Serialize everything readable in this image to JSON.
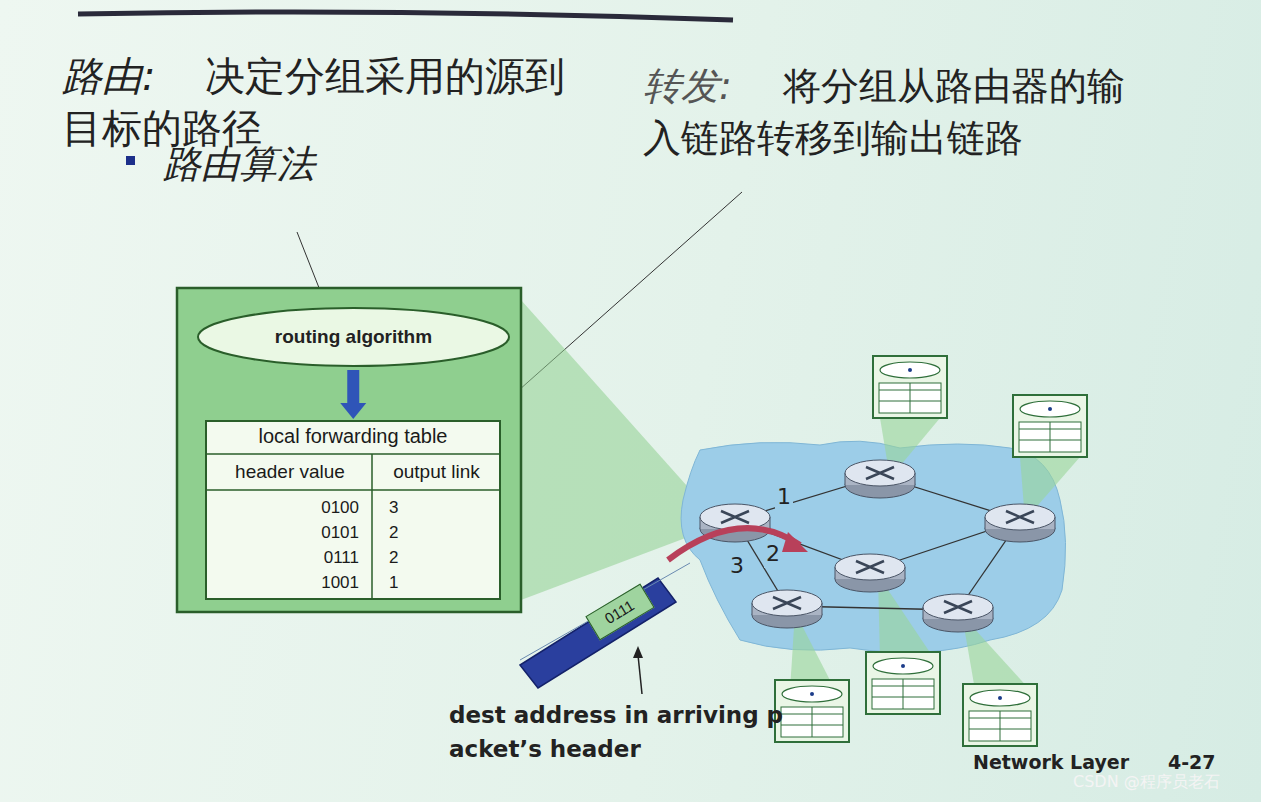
{
  "diagram": {
    "nodes": [
      {
        "text": [
          "routing algorithm"
        ]
      },
      {
        "text": [
          "local forwarding table",
          "header value",
          "output link",
          "0100",
          "3",
          "0101",
          "2",
          "0111",
          "2",
          "1001",
          "1"
        ]
      },
      {
        "text": [
          "0111"
        ]
      }
    ],
    "edges": [
      {
        "from": 0,
        "to": 1,
        "arrow": "to"
      }
    ],
    "labels": [
      "路由:",
      "决定分组采用的源到目标的路径",
      "路由算法",
      "转发:",
      "将分组从路由器的输入链路转移到输出链路",
      "1",
      "2",
      "3",
      "dest address in arriving packet’s header",
      "Network Layer",
      "4-27",
      "CSDN @程序员老石"
    ]
  }
}
